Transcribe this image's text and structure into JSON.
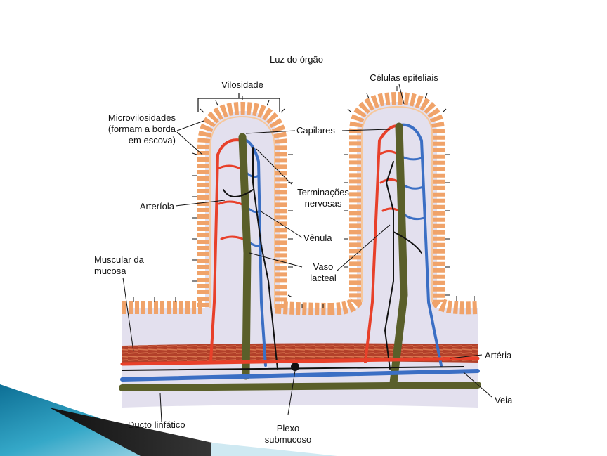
{
  "labels": {
    "lumen": "Luz do órgão",
    "villus": "Vilosidade",
    "epithelial": "Células epiteliais",
    "microvilli_1": "Microvilosidades",
    "microvilli_2": "(formam a borda",
    "microvilli_3": "em escova)",
    "capillaries": "Capilares",
    "nerve_1": "Terminações",
    "nerve_2": "nervosas",
    "arteriole": "Arteríola",
    "venule": "Vênula",
    "lacteal_1": "Vaso",
    "lacteal_2": "lacteal",
    "muscularis_1": "Muscular da",
    "muscularis_2": "mucosa",
    "artery": "Artéria",
    "vein": "Veia",
    "lymph_duct": "Ducto linfático",
    "plexus_1": "Plexo",
    "plexus_2": "submucoso"
  },
  "colors": {
    "epithelium": "#f0a36a",
    "lamina_propria": "#e3e0ee",
    "artery": "#e8402a",
    "vein": "#3b6fc4",
    "lymph": "#5a5f2a",
    "nerve": "#111111",
    "muscle": "#b2402a",
    "slide_accent": "#1a7fa0"
  }
}
